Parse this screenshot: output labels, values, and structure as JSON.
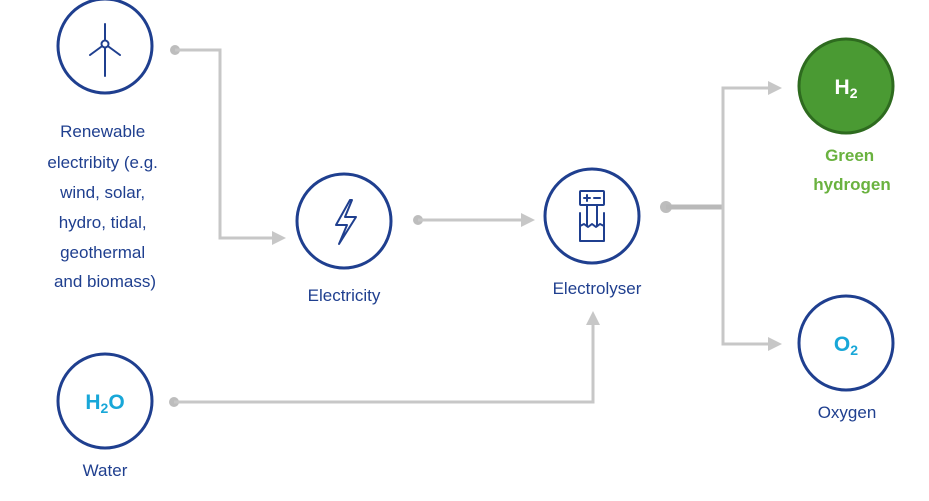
{
  "nodes": {
    "renewable": {
      "label_lines": [
        "Renewable",
        "electribity (e.g.",
        "wind, solar,",
        "hydro, tidal,",
        "geothermal",
        "and biomass)"
      ],
      "icon": "wind-turbine-icon"
    },
    "electricity": {
      "label": "Electricity",
      "icon": "lightning-bolt-icon"
    },
    "electrolyser": {
      "label": "Electrolyser",
      "icon": "electrolyser-icon"
    },
    "water": {
      "label": "Water",
      "formula_main": "H",
      "formula_sub": "2",
      "formula_tail": "O"
    },
    "green_hydrogen": {
      "label_lines": [
        "Green",
        "hydrogen"
      ],
      "formula_main": "H",
      "formula_sub": "2"
    },
    "oxygen": {
      "label": "Oxygen",
      "formula_main": "O",
      "formula_sub": "2"
    }
  },
  "colors": {
    "circle_stroke": "#1f3f8f",
    "text_blue": "#1f3f8f",
    "formula_cyan": "#18a7d8",
    "green_fill": "#4a9a33",
    "green_text": "#6ab23f",
    "connector": "#c7c7c7"
  }
}
